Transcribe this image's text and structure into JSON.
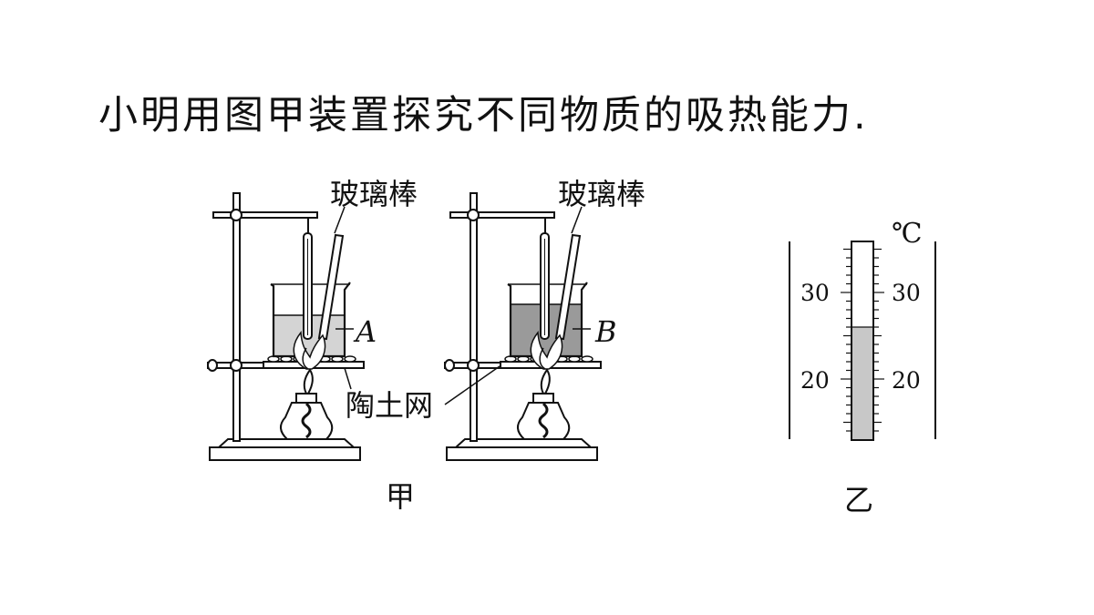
{
  "problem": {
    "text": "小明用图甲装置探究不同物质的吸热能力."
  },
  "figure_jia": {
    "caption": "甲",
    "labels": {
      "glass_rod_left": "玻璃棒",
      "glass_rod_right": "玻璃棒",
      "liquid_a": "A",
      "liquid_b": "B",
      "gauze": "陶土网"
    },
    "colors": {
      "liquid_a": "#d4d4d4",
      "liquid_b": "#9a9a9a"
    }
  },
  "figure_yi": {
    "caption": "乙",
    "unit": "℃",
    "scale_left": [
      "30",
      "20"
    ],
    "scale_right": [
      "30",
      "20"
    ],
    "reading_celsius": 26,
    "range_celsius": [
      14,
      35
    ],
    "colors": {
      "mercury": "#c8c8c8"
    }
  }
}
